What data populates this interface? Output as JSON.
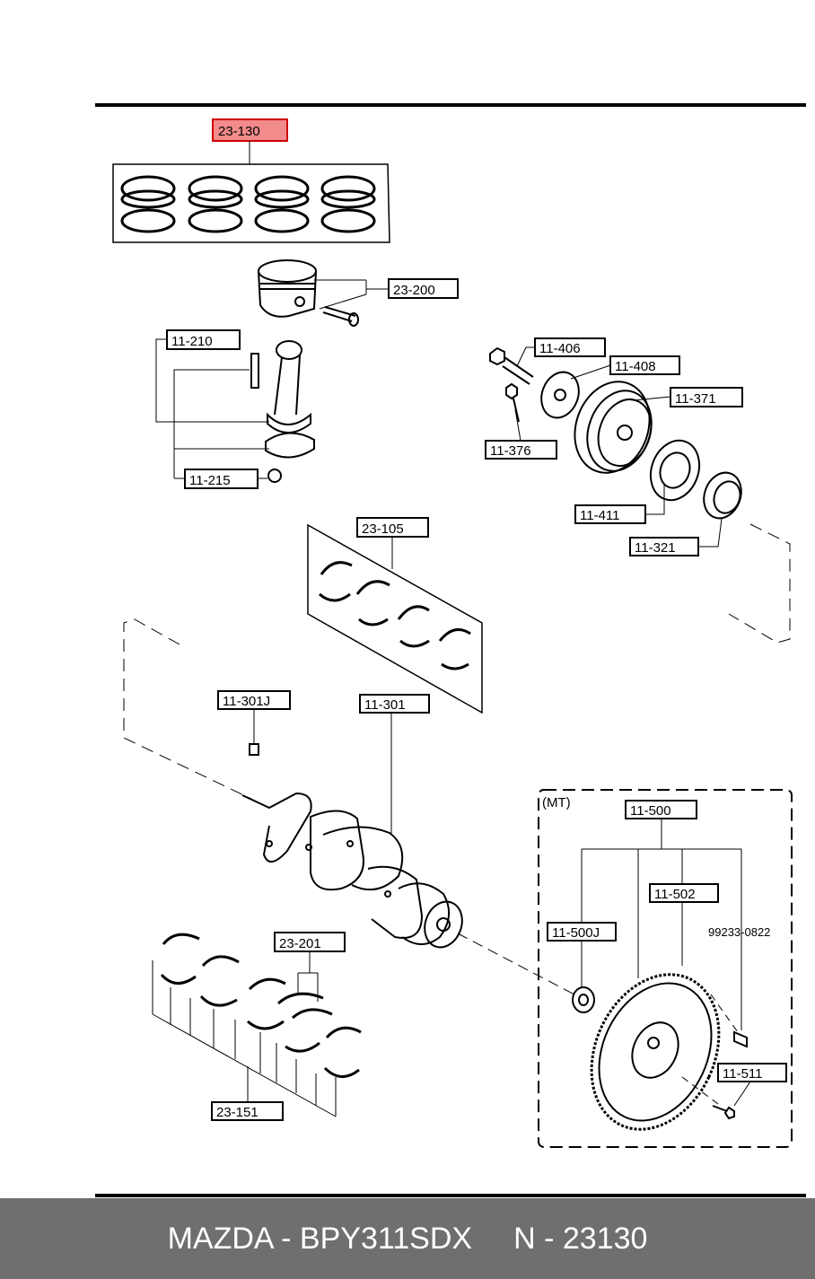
{
  "colors": {
    "highlight_fill": "#f28b8b",
    "highlight_stroke": "#d00000",
    "footer_bg": "#6f6f6f"
  },
  "labels": {
    "l23_130": "23-130",
    "l23_200": "23-200",
    "l11_210": "11-210",
    "l11_215": "11-215",
    "l11_406": "11-406",
    "l11_408": "11-408",
    "l11_371": "11-371",
    "l11_376": "11-376",
    "l11_411": "11-411",
    "l11_321": "11-321",
    "l23_105": "23-105",
    "l11_301J": "11-301J",
    "l11_301": "11-301",
    "mt": "(MT)",
    "l11_500": "11-500",
    "l11_502": "11-502",
    "l11_500J": "11-500J",
    "l99233": "99233-0822",
    "l23_201": "23-201",
    "l11_511": "11-511",
    "l23_151": "23-151"
  },
  "footer": {
    "brand_part": "MAZDA - BPY311SDX",
    "ref": "N - 23130"
  }
}
